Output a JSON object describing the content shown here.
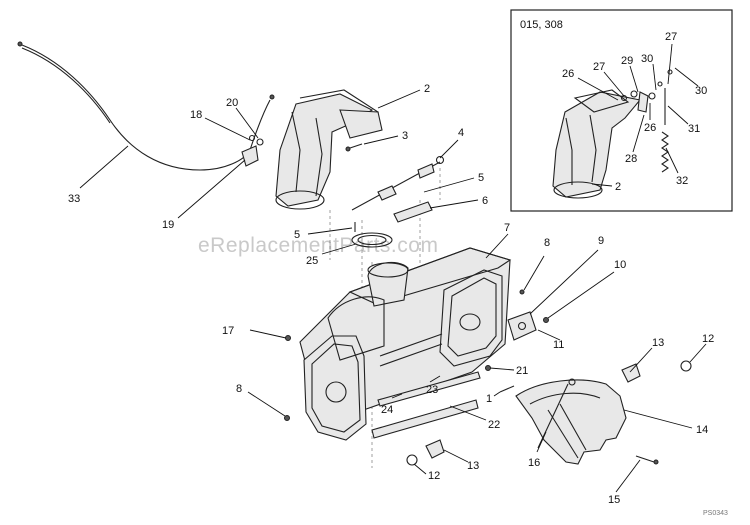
{
  "watermark": "eReplacementParts.com",
  "inset": {
    "title": "015, 308"
  },
  "diagram_code": "PS0343",
  "callouts": [
    {
      "id": "c2",
      "label": "2"
    },
    {
      "id": "c3",
      "label": "3"
    },
    {
      "id": "c4",
      "label": "4"
    },
    {
      "id": "c5a",
      "label": "5"
    },
    {
      "id": "c5b",
      "label": "5"
    },
    {
      "id": "c6",
      "label": "6"
    },
    {
      "id": "c7",
      "label": "7"
    },
    {
      "id": "c8a",
      "label": "8"
    },
    {
      "id": "c8b",
      "label": "8"
    },
    {
      "id": "c9",
      "label": "9"
    },
    {
      "id": "c10",
      "label": "10"
    },
    {
      "id": "c11",
      "label": "11"
    },
    {
      "id": "c12a",
      "label": "12"
    },
    {
      "id": "c12b",
      "label": "12"
    },
    {
      "id": "c13a",
      "label": "13"
    },
    {
      "id": "c13b",
      "label": "13"
    },
    {
      "id": "c14",
      "label": "14"
    },
    {
      "id": "c15",
      "label": "15"
    },
    {
      "id": "c16",
      "label": "16"
    },
    {
      "id": "c17",
      "label": "17"
    },
    {
      "id": "c18",
      "label": "18"
    },
    {
      "id": "c19",
      "label": "19"
    },
    {
      "id": "c20",
      "label": "20"
    },
    {
      "id": "c21",
      "label": "21"
    },
    {
      "id": "c22",
      "label": "22"
    },
    {
      "id": "c23",
      "label": "23"
    },
    {
      "id": "c24",
      "label": "24"
    },
    {
      "id": "c25",
      "label": "25"
    },
    {
      "id": "c1",
      "label": "1"
    },
    {
      "id": "c33",
      "label": "33"
    },
    {
      "id": "i26a",
      "label": "26"
    },
    {
      "id": "i27a",
      "label": "27"
    },
    {
      "id": "i29",
      "label": "29"
    },
    {
      "id": "i30a",
      "label": "30"
    },
    {
      "id": "i27b",
      "label": "27"
    },
    {
      "id": "i30b",
      "label": "30"
    },
    {
      "id": "i26b",
      "label": "26"
    },
    {
      "id": "i31",
      "label": "31"
    },
    {
      "id": "i28",
      "label": "28"
    },
    {
      "id": "i2",
      "label": "2"
    },
    {
      "id": "i32",
      "label": "32"
    }
  ]
}
